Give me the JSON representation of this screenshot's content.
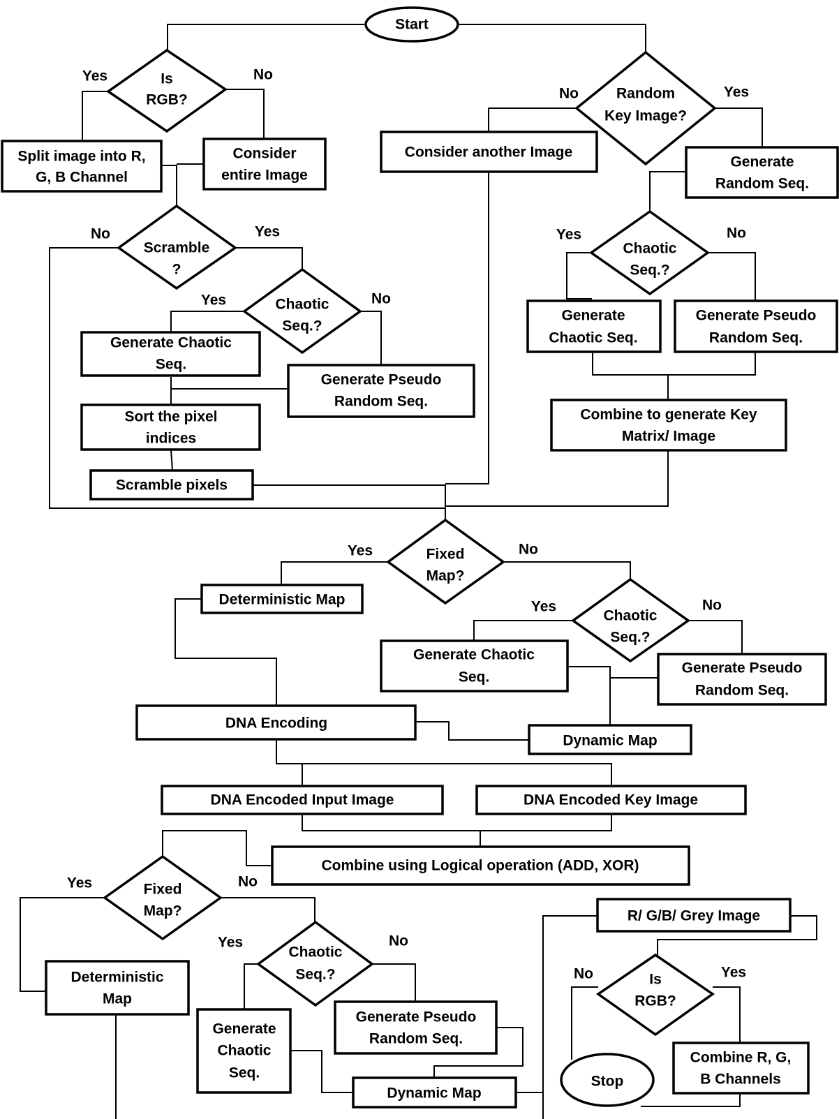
{
  "terminals": {
    "start": "Start",
    "stop": "Stop"
  },
  "decisions": {
    "is_rgb_top": [
      "Is",
      "RGB?"
    ],
    "random_key_image": [
      "Random",
      "Key Image?"
    ],
    "scramble": [
      "Scramble",
      "?"
    ],
    "chaotic_seq_left": [
      "Chaotic",
      "Seq.?"
    ],
    "chaotic_seq_right": [
      "Chaotic",
      "Seq.?"
    ],
    "fixed_map_mid": [
      "Fixed",
      "Map?"
    ],
    "chaotic_seq_mid": [
      "Chaotic",
      "Seq.?"
    ],
    "fixed_map_bottom": [
      "Fixed",
      "Map?"
    ],
    "chaotic_seq_bottom": [
      "Chaotic",
      "Seq.?"
    ],
    "is_rgb_bottom": [
      "Is",
      "RGB?"
    ]
  },
  "processes": {
    "split_channels": [
      "Split image into R,",
      "G, B Channel"
    ],
    "consider_entire": [
      "Consider",
      "entire Image"
    ],
    "consider_another": [
      "Consider another Image"
    ],
    "generate_random_seq": [
      "Generate",
      "Random Seq."
    ],
    "gen_chaotic_left": [
      "Generate Chaotic",
      "Seq."
    ],
    "gen_pseudo_left": [
      "Generate Pseudo",
      "Random Seq."
    ],
    "sort_pixel": [
      "Sort the pixel",
      "indices"
    ],
    "scramble_pixels": [
      "Scramble pixels"
    ],
    "gen_chaotic_right": [
      "Generate",
      "Chaotic Seq."
    ],
    "gen_pseudo_right": [
      "Generate Pseudo",
      "Random Seq."
    ],
    "combine_key": [
      "Combine to generate Key",
      "Matrix/ Image"
    ],
    "deterministic_map_mid": [
      "Deterministic Map"
    ],
    "gen_chaotic_mid": [
      "Generate Chaotic",
      "Seq."
    ],
    "gen_pseudo_mid": [
      "Generate Pseudo",
      "Random Seq."
    ],
    "dna_encoding": [
      "DNA Encoding"
    ],
    "dynamic_map_mid": [
      "Dynamic Map"
    ],
    "dna_input": [
      "DNA Encoded Input Image"
    ],
    "dna_key": [
      "DNA Encoded Key Image"
    ],
    "combine_logical": [
      "Combine using Logical operation (ADD, XOR)"
    ],
    "deterministic_map_bottom": [
      "Deterministic",
      "Map"
    ],
    "gen_chaotic_bottom": [
      "Generate",
      "Chaotic",
      "Seq."
    ],
    "gen_pseudo_bottom": [
      "Generate Pseudo",
      "Random Seq."
    ],
    "dynamic_map_bottom": [
      "Dynamic Map"
    ],
    "rgb_grey_image": [
      "R/ G/B/ Grey Image"
    ],
    "combine_rgb": [
      "Combine R, G,",
      "B Channels"
    ]
  },
  "edge_labels": {
    "rgb_top_yes": "Yes",
    "rgb_top_no": "No",
    "rand_no": "No",
    "rand_yes": "Yes",
    "scramble_no": "No",
    "scramble_yes": "Yes",
    "chaos_left_yes": "Yes",
    "chaos_left_no": "No",
    "chaos_right_yes": "Yes",
    "chaos_right_no": "No",
    "fixed_mid_yes": "Yes",
    "fixed_mid_no": "No",
    "chaos_mid_yes": "Yes",
    "chaos_mid_no": "No",
    "fixed_bot_yes": "Yes",
    "fixed_bot_no": "No",
    "chaos_bot_yes": "Yes",
    "chaos_bot_no": "No",
    "rgb_bot_no": "No",
    "rgb_bot_yes": "Yes"
  }
}
